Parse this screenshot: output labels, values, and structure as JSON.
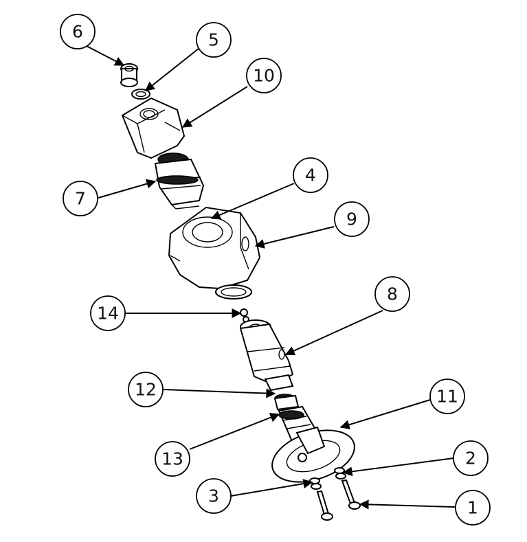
{
  "balloons": [
    {
      "number": "1"
    },
    {
      "number": "2"
    },
    {
      "number": "3"
    },
    {
      "number": "4"
    },
    {
      "number": "5"
    },
    {
      "number": "6"
    },
    {
      "number": "7"
    },
    {
      "number": "8"
    },
    {
      "number": "9"
    },
    {
      "number": "10"
    },
    {
      "number": "11"
    },
    {
      "number": "12"
    },
    {
      "number": "13"
    },
    {
      "number": "14"
    }
  ]
}
